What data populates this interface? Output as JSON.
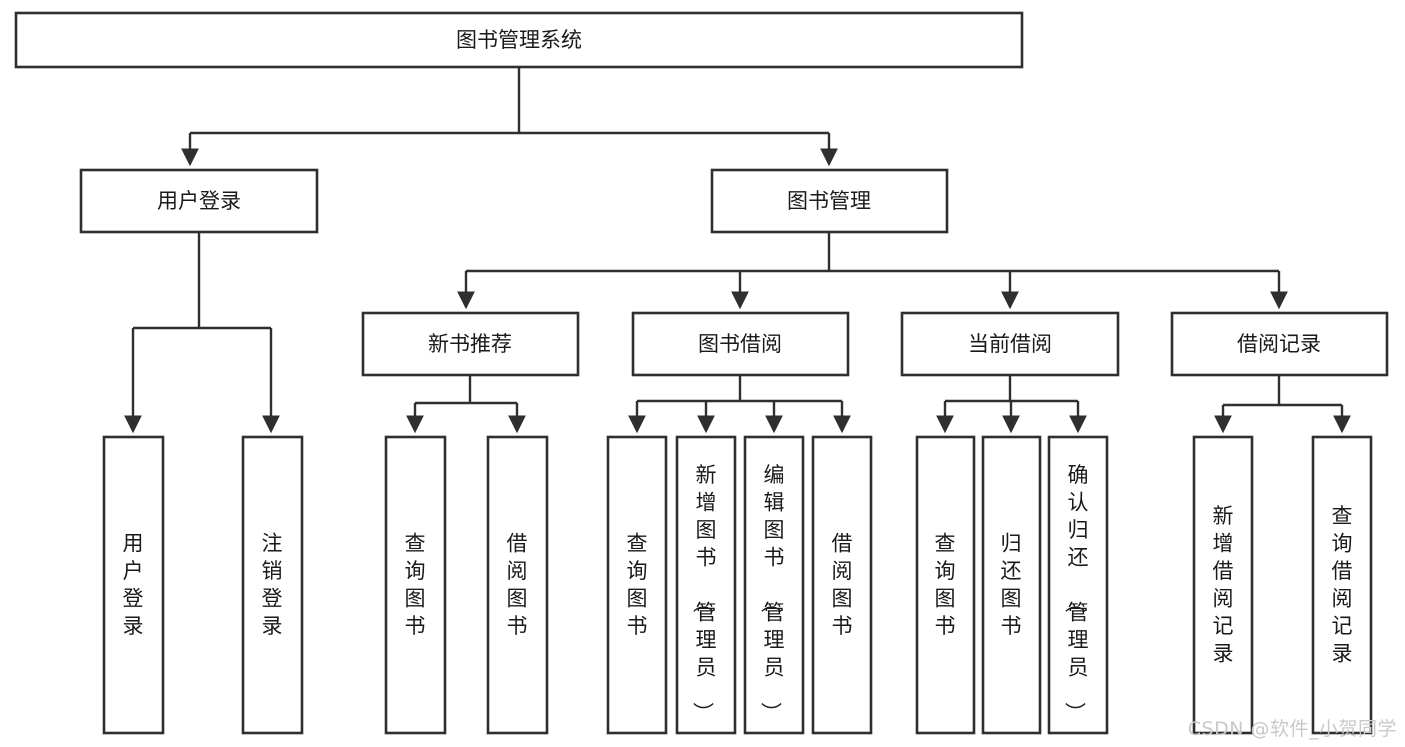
{
  "diagram": {
    "type": "tree-hierarchy",
    "title": "图书管理系统",
    "watermark": "CSDN @软件_小贺同学",
    "colors": {
      "box_stroke": "#2f2f2f",
      "box_fill": "#ffffff",
      "text": "#1a1a1a",
      "background": "#ffffff",
      "watermark": "#c9c9c9"
    },
    "nodes": {
      "root": {
        "label": "图书管理系统"
      },
      "level2": [
        {
          "label": "用户登录"
        },
        {
          "label": "图书管理"
        }
      ],
      "level3": [
        {
          "label": "新书推荐"
        },
        {
          "label": "图书借阅"
        },
        {
          "label": "当前借阅"
        },
        {
          "label": "借阅记录"
        }
      ],
      "leaves_user_login": [
        {
          "label": "用户登录"
        },
        {
          "label": "注销登录"
        }
      ],
      "leaves_new_book": [
        {
          "label": "查询图书"
        },
        {
          "label": "借阅图书"
        }
      ],
      "leaves_borrow": [
        {
          "label": "查询图书"
        },
        {
          "label": "新增图书（管理员）"
        },
        {
          "label": "编辑图书（管理员）"
        },
        {
          "label": "借阅图书"
        }
      ],
      "leaves_current": [
        {
          "label": "查询图书"
        },
        {
          "label": "归还图书"
        },
        {
          "label": "确认归还（管理员）"
        }
      ],
      "leaves_record": [
        {
          "label": "新增借阅记录"
        },
        {
          "label": "查询借阅记录"
        }
      ]
    }
  }
}
